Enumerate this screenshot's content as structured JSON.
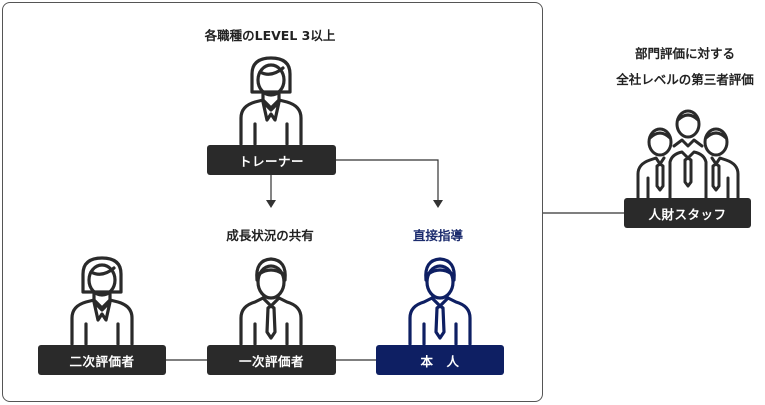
{
  "trainer": {
    "caption": "各職種のLEVEL 3以上",
    "label": "トレーナー",
    "icon": "female-person-icon"
  },
  "second_evaluator": {
    "label": "二次評価者",
    "icon": "female-person-icon"
  },
  "first_evaluator": {
    "caption": "成長状況の共有",
    "label": "一次評価者",
    "icon": "male-person-icon"
  },
  "self": {
    "caption": "直接指導",
    "label": "本　人",
    "icon": "male-person-icon"
  },
  "hr_staff": {
    "caption_line1": "部門評価に対する",
    "caption_line2": "全社レベルの第三者評価",
    "label": "人財スタッフ",
    "icon": "group-people-icon"
  },
  "colors": {
    "dark": "#2a2a2a",
    "navy": "#0e1f63",
    "line": "#333333"
  }
}
